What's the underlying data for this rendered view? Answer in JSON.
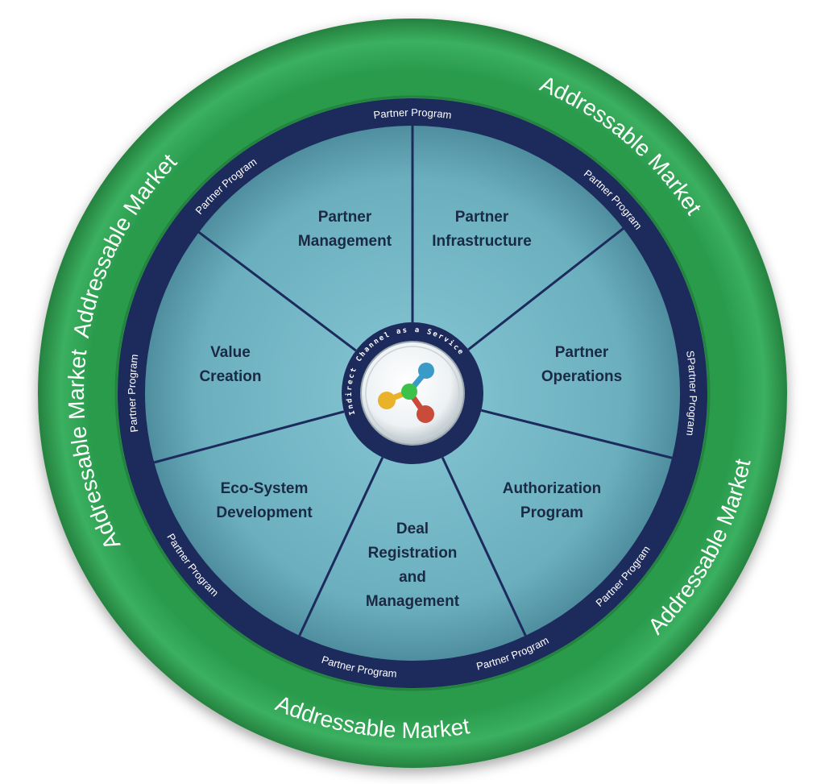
{
  "outer_ring": {
    "labels": [
      {
        "text": "Addressable Market",
        "angle": -63,
        "flip": false
      },
      {
        "text": "Addressable Market",
        "angle": 40,
        "flip": false
      },
      {
        "text": "Addressable Market",
        "angle": 118,
        "flip": true
      },
      {
        "text": "Addressable Market",
        "angle": 187,
        "flip": true
      },
      {
        "text": "Addressable Market",
        "angle": 260,
        "flip": false
      }
    ]
  },
  "inner_ring": {
    "labels": [
      {
        "text": "Partner Program",
        "angle": 0,
        "flip": false
      },
      {
        "text": "Partner Program",
        "angle": 46,
        "flip": false
      },
      {
        "text": "SPartner Program",
        "angle": 90,
        "flip": false
      },
      {
        "text": "Partner Program",
        "angle": 131,
        "flip": true
      },
      {
        "text": "Partner Program",
        "angle": 159,
        "flip": true
      },
      {
        "text": "Partner Program",
        "angle": 191,
        "flip": true
      },
      {
        "text": "Partner Program",
        "angle": 232,
        "flip": true
      },
      {
        "text": "Partner Program",
        "angle": 270,
        "flip": false
      },
      {
        "text": "Partner Program",
        "angle": 318,
        "flip": false
      }
    ]
  },
  "segments": [
    {
      "lines": [
        "Partner",
        "Management"
      ]
    },
    {
      "lines": [
        "Partner",
        "Infrastructure"
      ]
    },
    {
      "lines": [
        "Partner",
        "Operations"
      ]
    },
    {
      "lines": [
        "Authorization",
        "Program"
      ]
    },
    {
      "lines": [
        "Deal",
        "Registration",
        "and",
        "Management"
      ]
    },
    {
      "lines": [
        "Eco-System",
        "Development"
      ]
    },
    {
      "lines": [
        "Value",
        "Creation"
      ]
    }
  ],
  "hub": {
    "ring_text": "Indirect Channel as a Service",
    "logo": "molecule-logo-icon"
  },
  "colors": {
    "outer_ring": "#31a355",
    "inner_ring": "#1d2a5c",
    "segments": "#6bafbf",
    "divider": "#1d2a5c",
    "label": "#1a2a44"
  }
}
